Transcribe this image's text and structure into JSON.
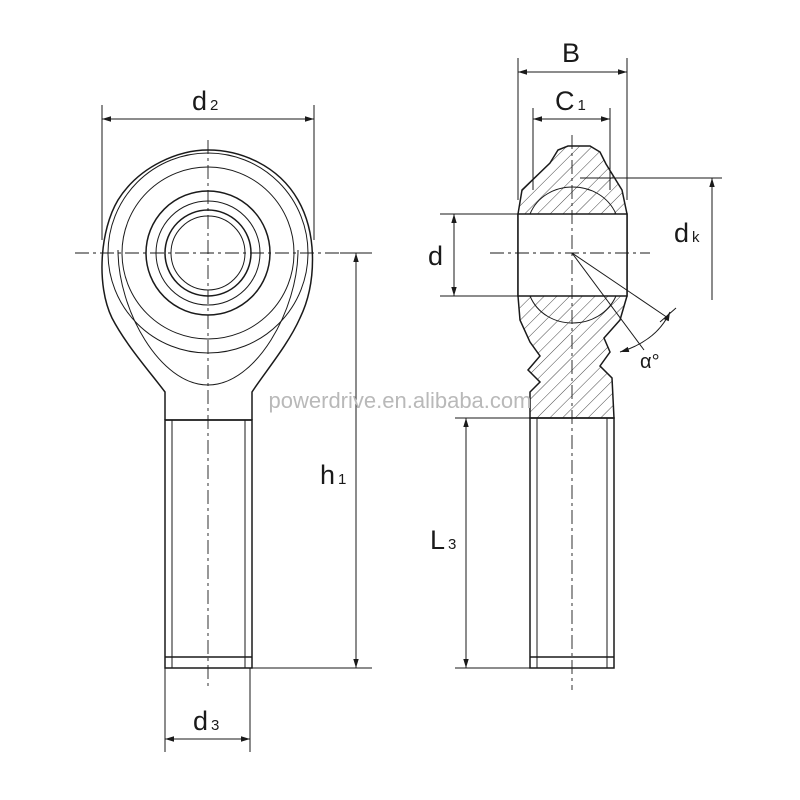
{
  "labels": {
    "d2": {
      "main": "d",
      "sub": "2"
    },
    "d3": {
      "main": "d",
      "sub": "3"
    },
    "h1": {
      "main": "h",
      "sub": "1"
    },
    "B": {
      "main": "B"
    },
    "C1": {
      "main": "C",
      "sub": "1"
    },
    "d": {
      "main": "d"
    },
    "dk": {
      "main": "d",
      "sub": "k"
    },
    "L3": {
      "main": "L",
      "sub": "3"
    },
    "alpha": {
      "main": "α°"
    }
  },
  "watermark": "powerdrive.en.alibaba.com",
  "colors": {
    "line": "#1a1a1a",
    "watermark": "#b9b9b9",
    "background": "#ffffff"
  }
}
